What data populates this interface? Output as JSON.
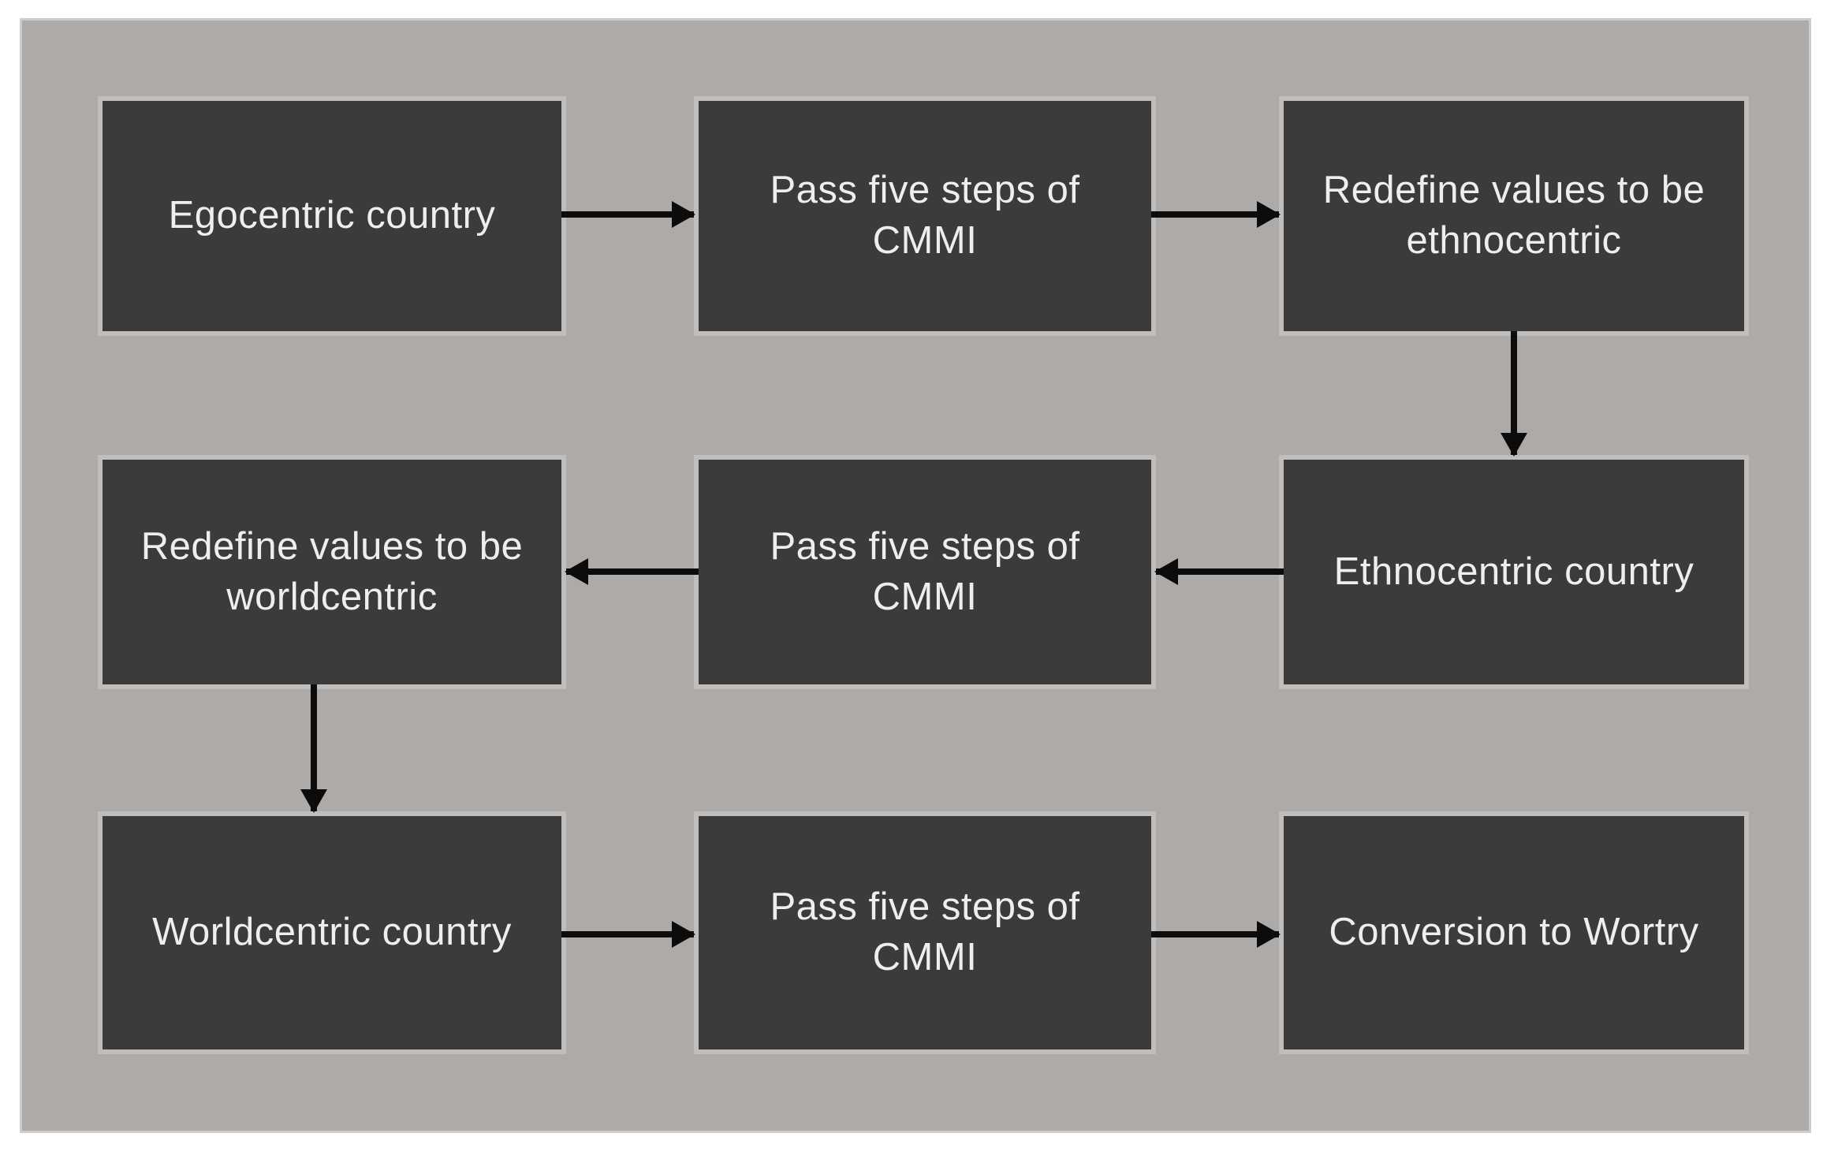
{
  "diagram": {
    "type": "flowchart",
    "background_color": "#adaaa8",
    "page_color": "#ffffff",
    "box_color": "#3b3b3b",
    "box_text_color": "#efeeec",
    "arrow_color": "#0c0c0c",
    "nodes": [
      {
        "id": "egocentric-country",
        "label": "Egocentric country",
        "row": 1,
        "col": 1
      },
      {
        "id": "pass-five-steps-cmmi-1",
        "label": "Pass five steps of CMMI",
        "row": 1,
        "col": 2
      },
      {
        "id": "redefine-values-ethnocentric",
        "label": "Redefine values to be ethnocentric",
        "row": 1,
        "col": 3
      },
      {
        "id": "redefine-values-worldcentric",
        "label": "Redefine values to be worldcentric",
        "row": 2,
        "col": 1
      },
      {
        "id": "pass-five-steps-cmmi-2",
        "label": "Pass five steps of CMMI",
        "row": 2,
        "col": 2
      },
      {
        "id": "ethnocentric-country",
        "label": "Ethnocentric country",
        "row": 2,
        "col": 3
      },
      {
        "id": "worldcentric-country",
        "label": "Worldcentric country",
        "row": 3,
        "col": 1
      },
      {
        "id": "pass-five-steps-cmmi-3",
        "label": "Pass five steps of CMMI",
        "row": 3,
        "col": 2
      },
      {
        "id": "conversion-to-wortry",
        "label": "Conversion to Wortry",
        "row": 3,
        "col": 3
      }
    ],
    "edges": [
      {
        "from": "egocentric-country",
        "to": "pass-five-steps-cmmi-1",
        "direction": "right"
      },
      {
        "from": "pass-five-steps-cmmi-1",
        "to": "redefine-values-ethnocentric",
        "direction": "right"
      },
      {
        "from": "redefine-values-ethnocentric",
        "to": "ethnocentric-country",
        "direction": "down"
      },
      {
        "from": "ethnocentric-country",
        "to": "pass-five-steps-cmmi-2",
        "direction": "left"
      },
      {
        "from": "pass-five-steps-cmmi-2",
        "to": "redefine-values-worldcentric",
        "direction": "left"
      },
      {
        "from": "redefine-values-worldcentric",
        "to": "worldcentric-country",
        "direction": "down"
      },
      {
        "from": "worldcentric-country",
        "to": "pass-five-steps-cmmi-3",
        "direction": "right"
      },
      {
        "from": "pass-five-steps-cmmi-3",
        "to": "conversion-to-wortry",
        "direction": "right"
      }
    ]
  }
}
